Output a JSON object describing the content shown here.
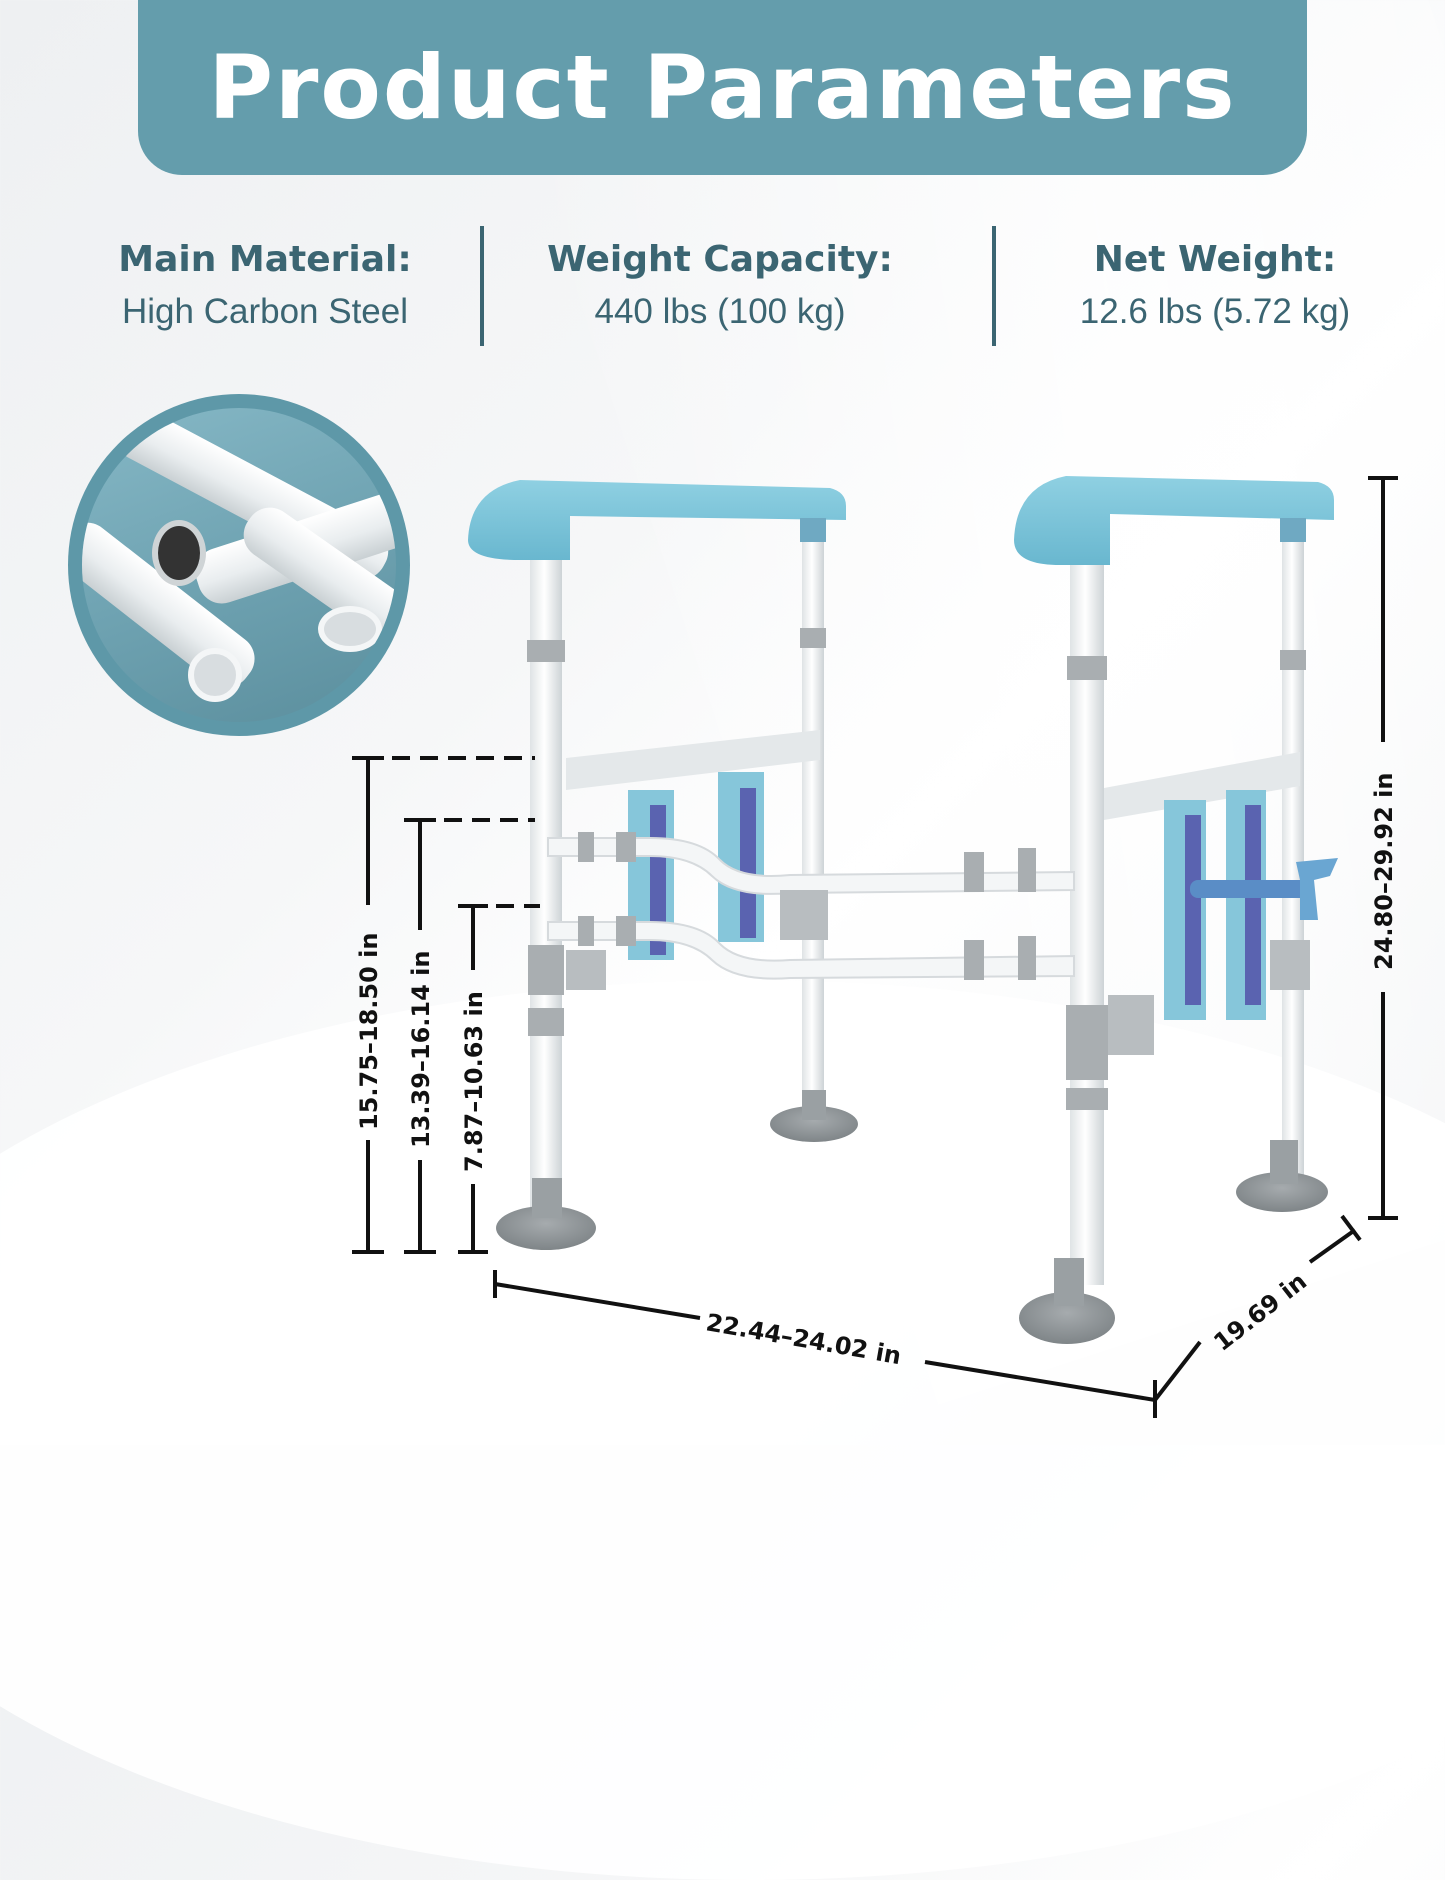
{
  "header": {
    "title": "Product Parameters"
  },
  "specs": [
    {
      "label": "Main Material:",
      "value": "High Carbon Steel"
    },
    {
      "label": "Weight Capacity:",
      "value": "440 lbs (100 kg)"
    },
    {
      "label": "Net Weight:",
      "value": "12.6 lbs (5.72 kg)"
    }
  ],
  "inset": {
    "subject": "steel-tube-cross-section"
  },
  "dimensions": {
    "seat_height_1": "15.75–18.50 in",
    "seat_height_2": "13.39–16.14 in",
    "seat_height_3": "7.87–10.63 in",
    "total_height": "24.80–29.92 in",
    "width": "22.44–24.02 in",
    "depth": "19.69 in"
  },
  "colors": {
    "header_bg": "#649dac",
    "text_primary": "#3b6572",
    "armrest_blue": "#7cc4d8",
    "frame_white": "#f2f4f5",
    "fitting_gray": "#9ea3a6"
  }
}
